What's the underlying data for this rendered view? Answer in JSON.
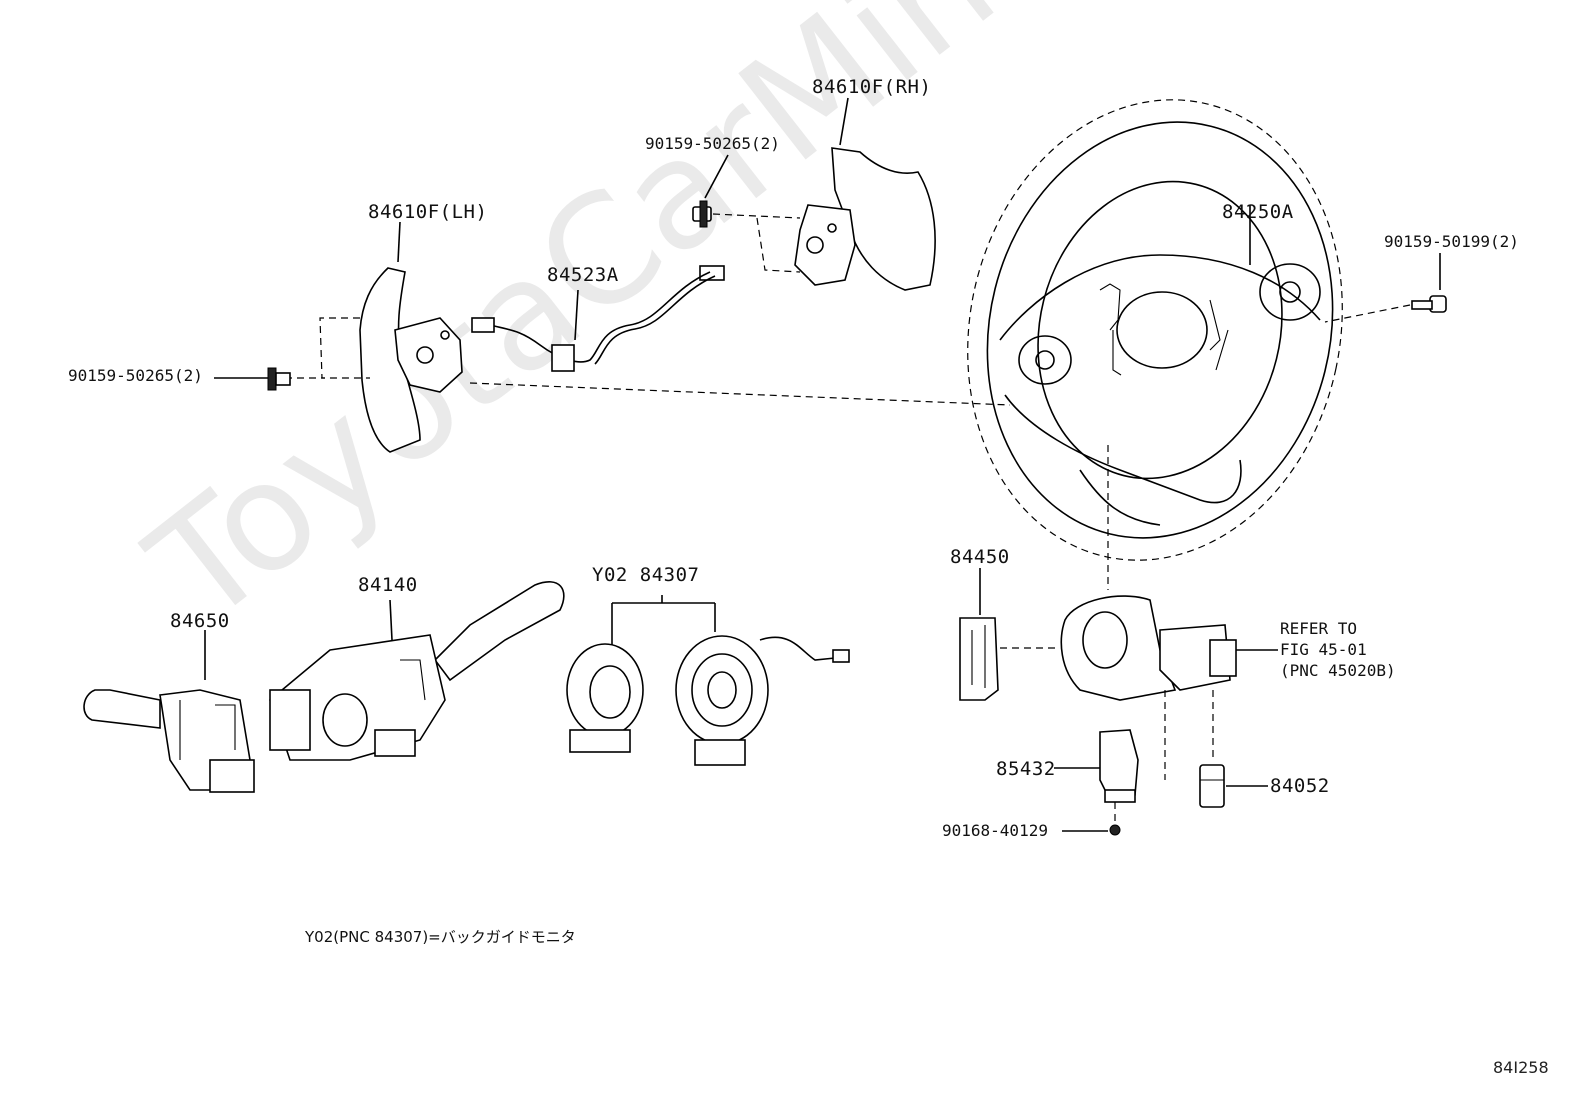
{
  "watermark": "ToyotaCarMin.ru",
  "labels": {
    "paddle_rh": "84610F(RH)",
    "screw_rh": "90159-50265(2)",
    "paddle_lh": "84610F(LH)",
    "wire_harness": "84523A",
    "screw_lh": "90159-50265(2)",
    "steering_wheel": "84250A",
    "screw_wheel": "90159-50199(2)",
    "wiper_switch": "84650",
    "turn_switch": "84140",
    "spiral_cable": "Y02 84307",
    "module": "84450",
    "refer_line1": "REFER TO",
    "refer_line2": "FIG 45-01",
    "refer_line3": "(PNC 45020B)",
    "sensor": "85432",
    "plug": "84052",
    "bolt": "90168-40129",
    "footnote": "Y02(PNC 84307)=バックガイドモニタ",
    "figure_code": "84I258"
  }
}
